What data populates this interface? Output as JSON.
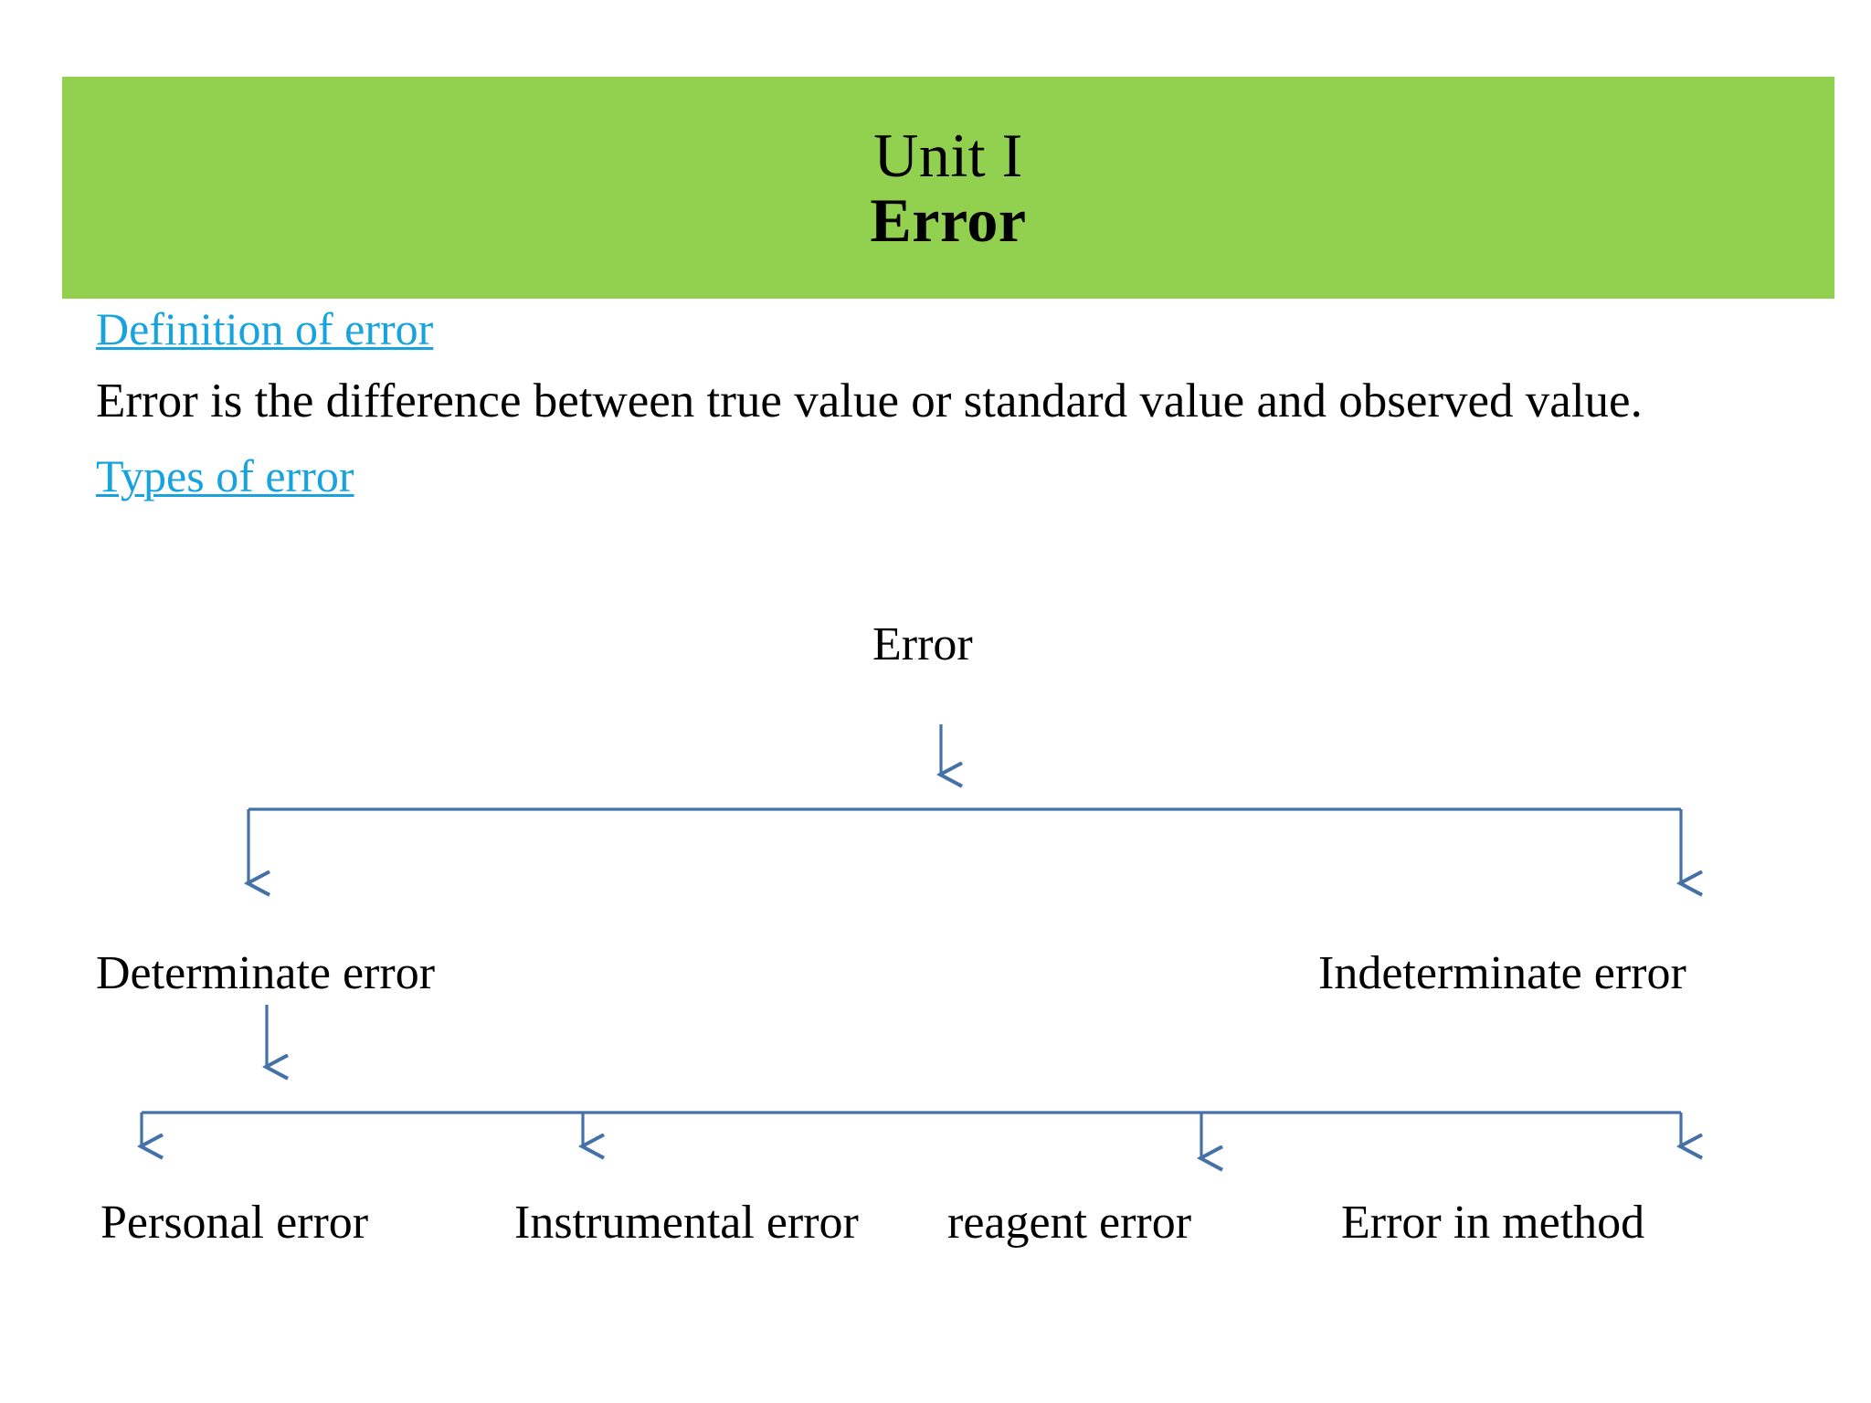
{
  "slide": {
    "title_line_1": "Unit I",
    "title_line_2": "Error",
    "band_color": "#92D050",
    "link_color": "#17A3DE",
    "connector_color": "#4472A8",
    "background_color": "#FFFFFF"
  },
  "sections": {
    "definition_heading": "Definition of error",
    "definition_text": "Error is the difference between true value or standard value and observed value.",
    "types_heading": "Types of error"
  },
  "diagram": {
    "type": "tree",
    "root": "Error",
    "level_1": [
      "Determinate error",
      "Indeterminate error"
    ],
    "level_2": [
      "Personal error",
      "Instrumental error",
      "reagent error",
      "Error in method"
    ],
    "level_2_parent": "Determinate error"
  }
}
